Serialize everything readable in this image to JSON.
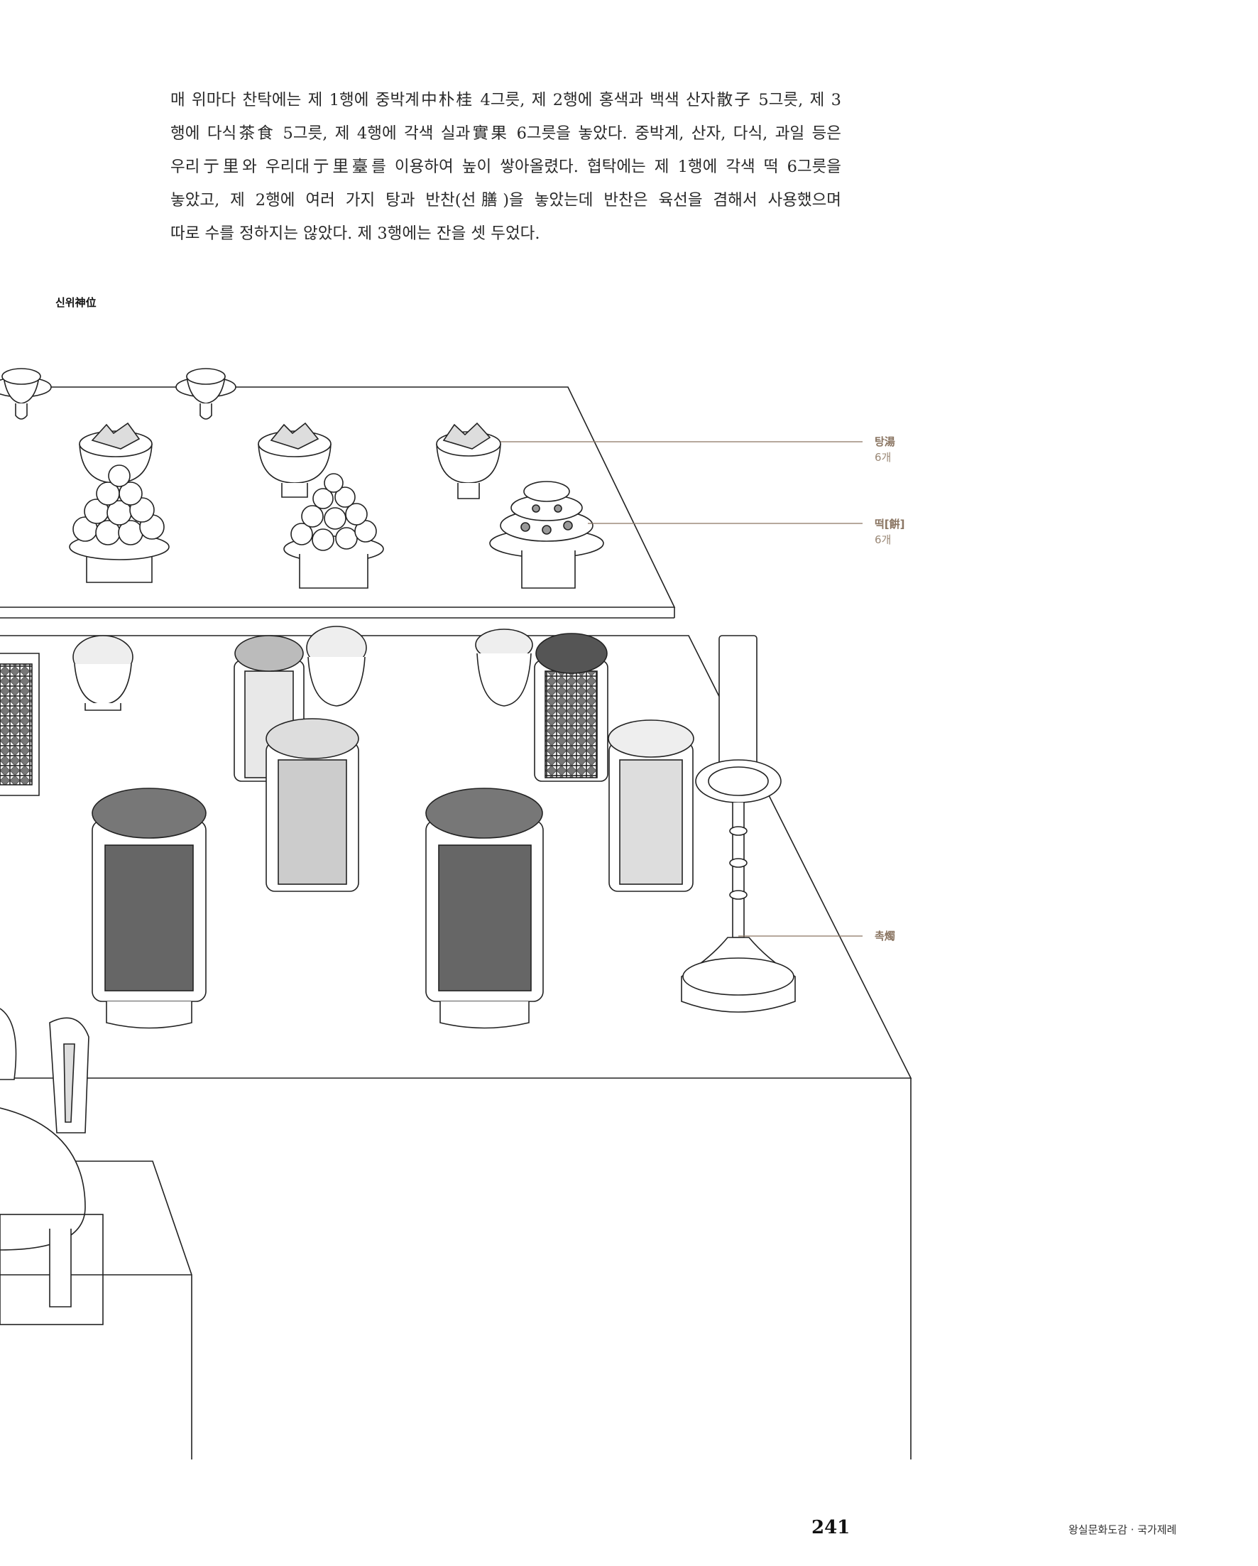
{
  "body_text": {
    "lines": [
      "매 위마다 찬탁에는 제 1행에 중박계中朴桂 4그릇, 제 2행에 홍색과 백색 산자散子 5그릇, 제 3",
      "행에 다식茶食 5그릇, 제 4행에 각색 실과實果 6그릇을 놓았다. 중박계, 산자, 다식, 과일 등은",
      "우리亍里와 우리대亍里臺를 이용하여 높이 쌓아올렸다. 협탁에는 제 1행에 각색 떡 6그릇을",
      "놓았고, 제 2행에 여러 가지 탕과 반찬(선膳)을 놓았는데 반찬은 육선을 겸해서 사용했으며",
      "따로 수를 정하지는 않았다. 제 3행에는 잔을 셋 두었다."
    ]
  },
  "figure": {
    "section_label": "신위神位",
    "callouts": [
      {
        "title": "탕湯",
        "count": "6개"
      },
      {
        "title": "떡[餠]",
        "count": "6개"
      },
      {
        "title": "촉燭",
        "count": ""
      }
    ]
  },
  "footer": {
    "page_number": "241",
    "running_title": "왕실문화도감 · 국가제례"
  }
}
